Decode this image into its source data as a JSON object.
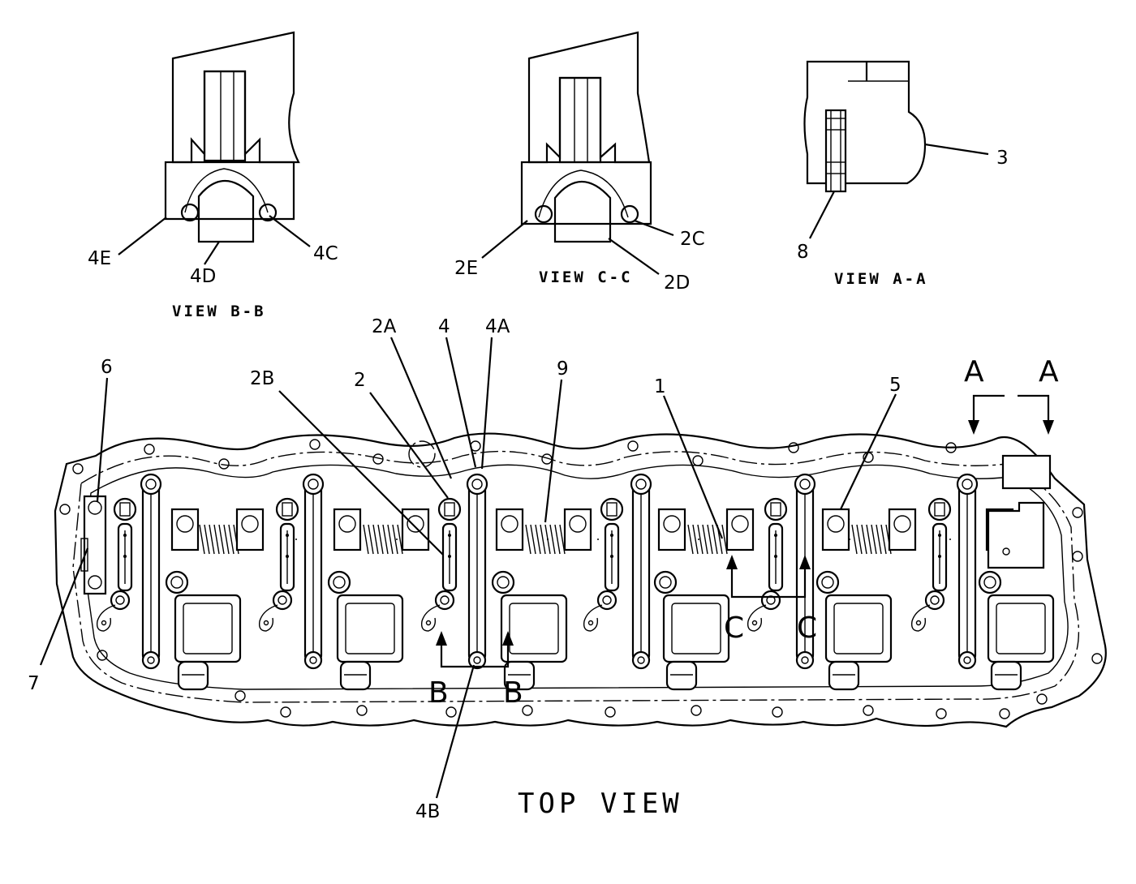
{
  "views": {
    "b_b": {
      "caption": "VIEW B-B",
      "labels": [
        "4E",
        "4D",
        "4C"
      ]
    },
    "c_c": {
      "caption": "VIEW C-C",
      "labels": [
        "2E",
        "2D",
        "2C"
      ]
    },
    "a_a": {
      "caption": "VIEW A-A",
      "labels": [
        "3",
        "8"
      ]
    }
  },
  "top_view": {
    "caption": "TOP VIEW",
    "callouts": [
      "6",
      "2B",
      "2",
      "2A",
      "4",
      "4A",
      "9",
      "1",
      "5",
      "7",
      "4B"
    ],
    "section_marks": [
      "A",
      "A",
      "B",
      "B",
      "C",
      "C"
    ]
  }
}
